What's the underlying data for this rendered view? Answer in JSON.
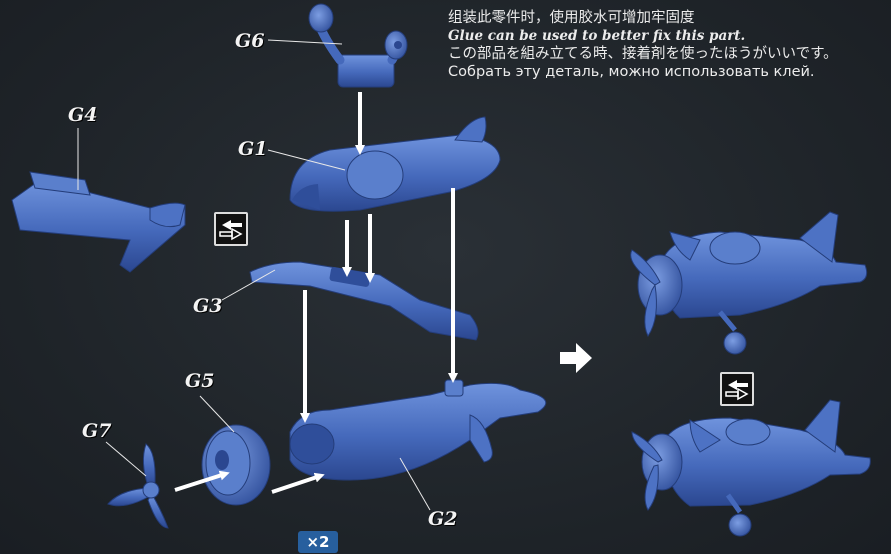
{
  "notes": {
    "zh": "组装此零件时，使用胶水可增加牢固度",
    "en": "Glue can be used to better fix this part.",
    "ja": "この部品を組み立てる時、接着剤を使ったほうがいいです。",
    "ru": "Собрать эту деталь, можно использовать клей."
  },
  "parts": {
    "g1": "G1",
    "g2": "G2",
    "g3": "G3",
    "g4": "G4",
    "g5": "G5",
    "g6": "G6",
    "g7": "G7"
  },
  "quantity": "×2",
  "icons": [
    "flip-over-icon",
    "result-arrow-icon"
  ],
  "colors": {
    "part": "#3f66b8",
    "background": "#1f242a",
    "arrows": "#ffffff",
    "badge": "#275f9e"
  }
}
